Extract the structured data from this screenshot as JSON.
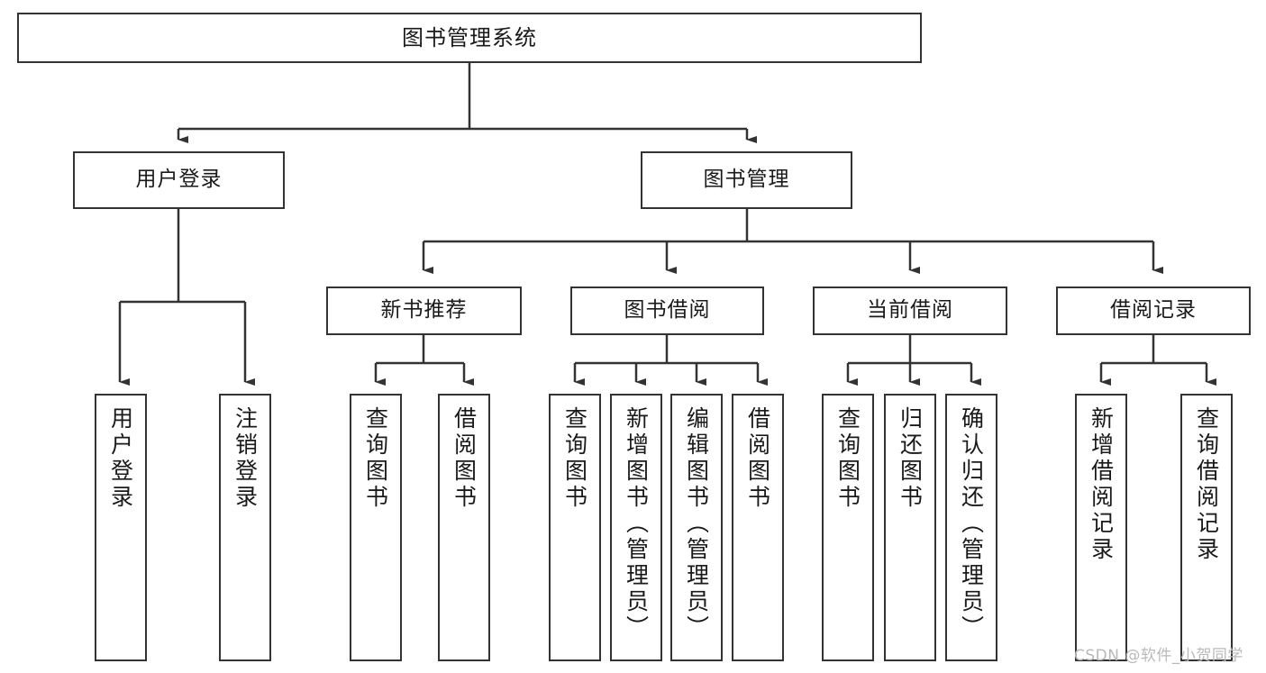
{
  "diagram": {
    "title": "图书管理系统",
    "type": "tree-hierarchy",
    "root": {
      "label": "图书管理系统"
    },
    "level1": [
      {
        "label": "用户登录"
      },
      {
        "label": "图书管理"
      }
    ],
    "level2": [
      {
        "label": "新书推荐"
      },
      {
        "label": "图书借阅"
      },
      {
        "label": "当前借阅"
      },
      {
        "label": "借阅记录"
      }
    ],
    "leaves": {
      "user_login": [
        {
          "label": "用户登录"
        },
        {
          "label": "注销登录"
        }
      ],
      "new_book_recommend": [
        {
          "label": "查询图书"
        },
        {
          "label": "借阅图书"
        }
      ],
      "book_borrow": [
        {
          "label": "查询图书"
        },
        {
          "label": "新增图书（管理员）"
        },
        {
          "label": "编辑图书（管理员）"
        },
        {
          "label": "借阅图书"
        }
      ],
      "current_borrow": [
        {
          "label": "查询图书"
        },
        {
          "label": "归还图书"
        },
        {
          "label": "确认归还（管理员）"
        }
      ],
      "borrow_record": [
        {
          "label": "新增借阅记录"
        },
        {
          "label": "查询借阅记录"
        }
      ]
    }
  },
  "watermark": {
    "text": "CSDN @软件_小贺同学"
  },
  "colors": {
    "stroke": "#333333",
    "box_fill": "#ffffff",
    "text": "#1a1a1a",
    "watermark": "#b9b9b9",
    "background": "#ffffff"
  }
}
